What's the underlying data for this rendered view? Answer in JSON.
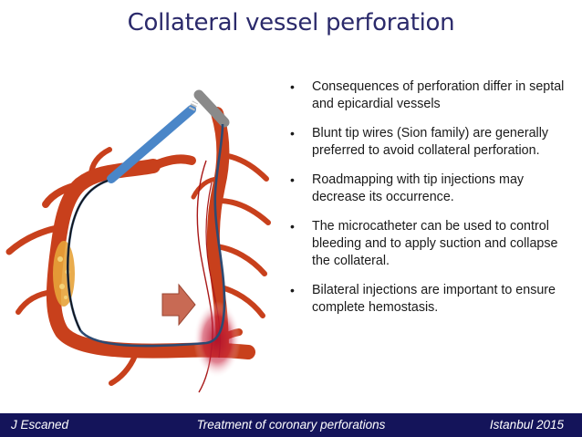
{
  "slide": {
    "title": "Collateral vessel perforation",
    "bullets": [
      "Consequences of perforation differ in septal and epicardial vessels",
      "Blunt tip wires (Sion family) are generally preferred to avoid collateral perforation.",
      "Roadmapping with tip injections may decrease its occurrence.",
      "The microcatheter can be used to control bleeding and to apply suction and collapse the collateral.",
      "Bilateral injections are important to ensure complete hemostasis."
    ],
    "bullet_char": "•"
  },
  "footer": {
    "author": "J Escaned",
    "topic": "Treatment of coronary perforations",
    "event": "Istanbul 2015"
  },
  "colors": {
    "title": "#2b2a6b",
    "footer_bg": "#14145a",
    "vessel": "#c8401c",
    "catheter": "#4a86c8",
    "wire": "#333333"
  }
}
